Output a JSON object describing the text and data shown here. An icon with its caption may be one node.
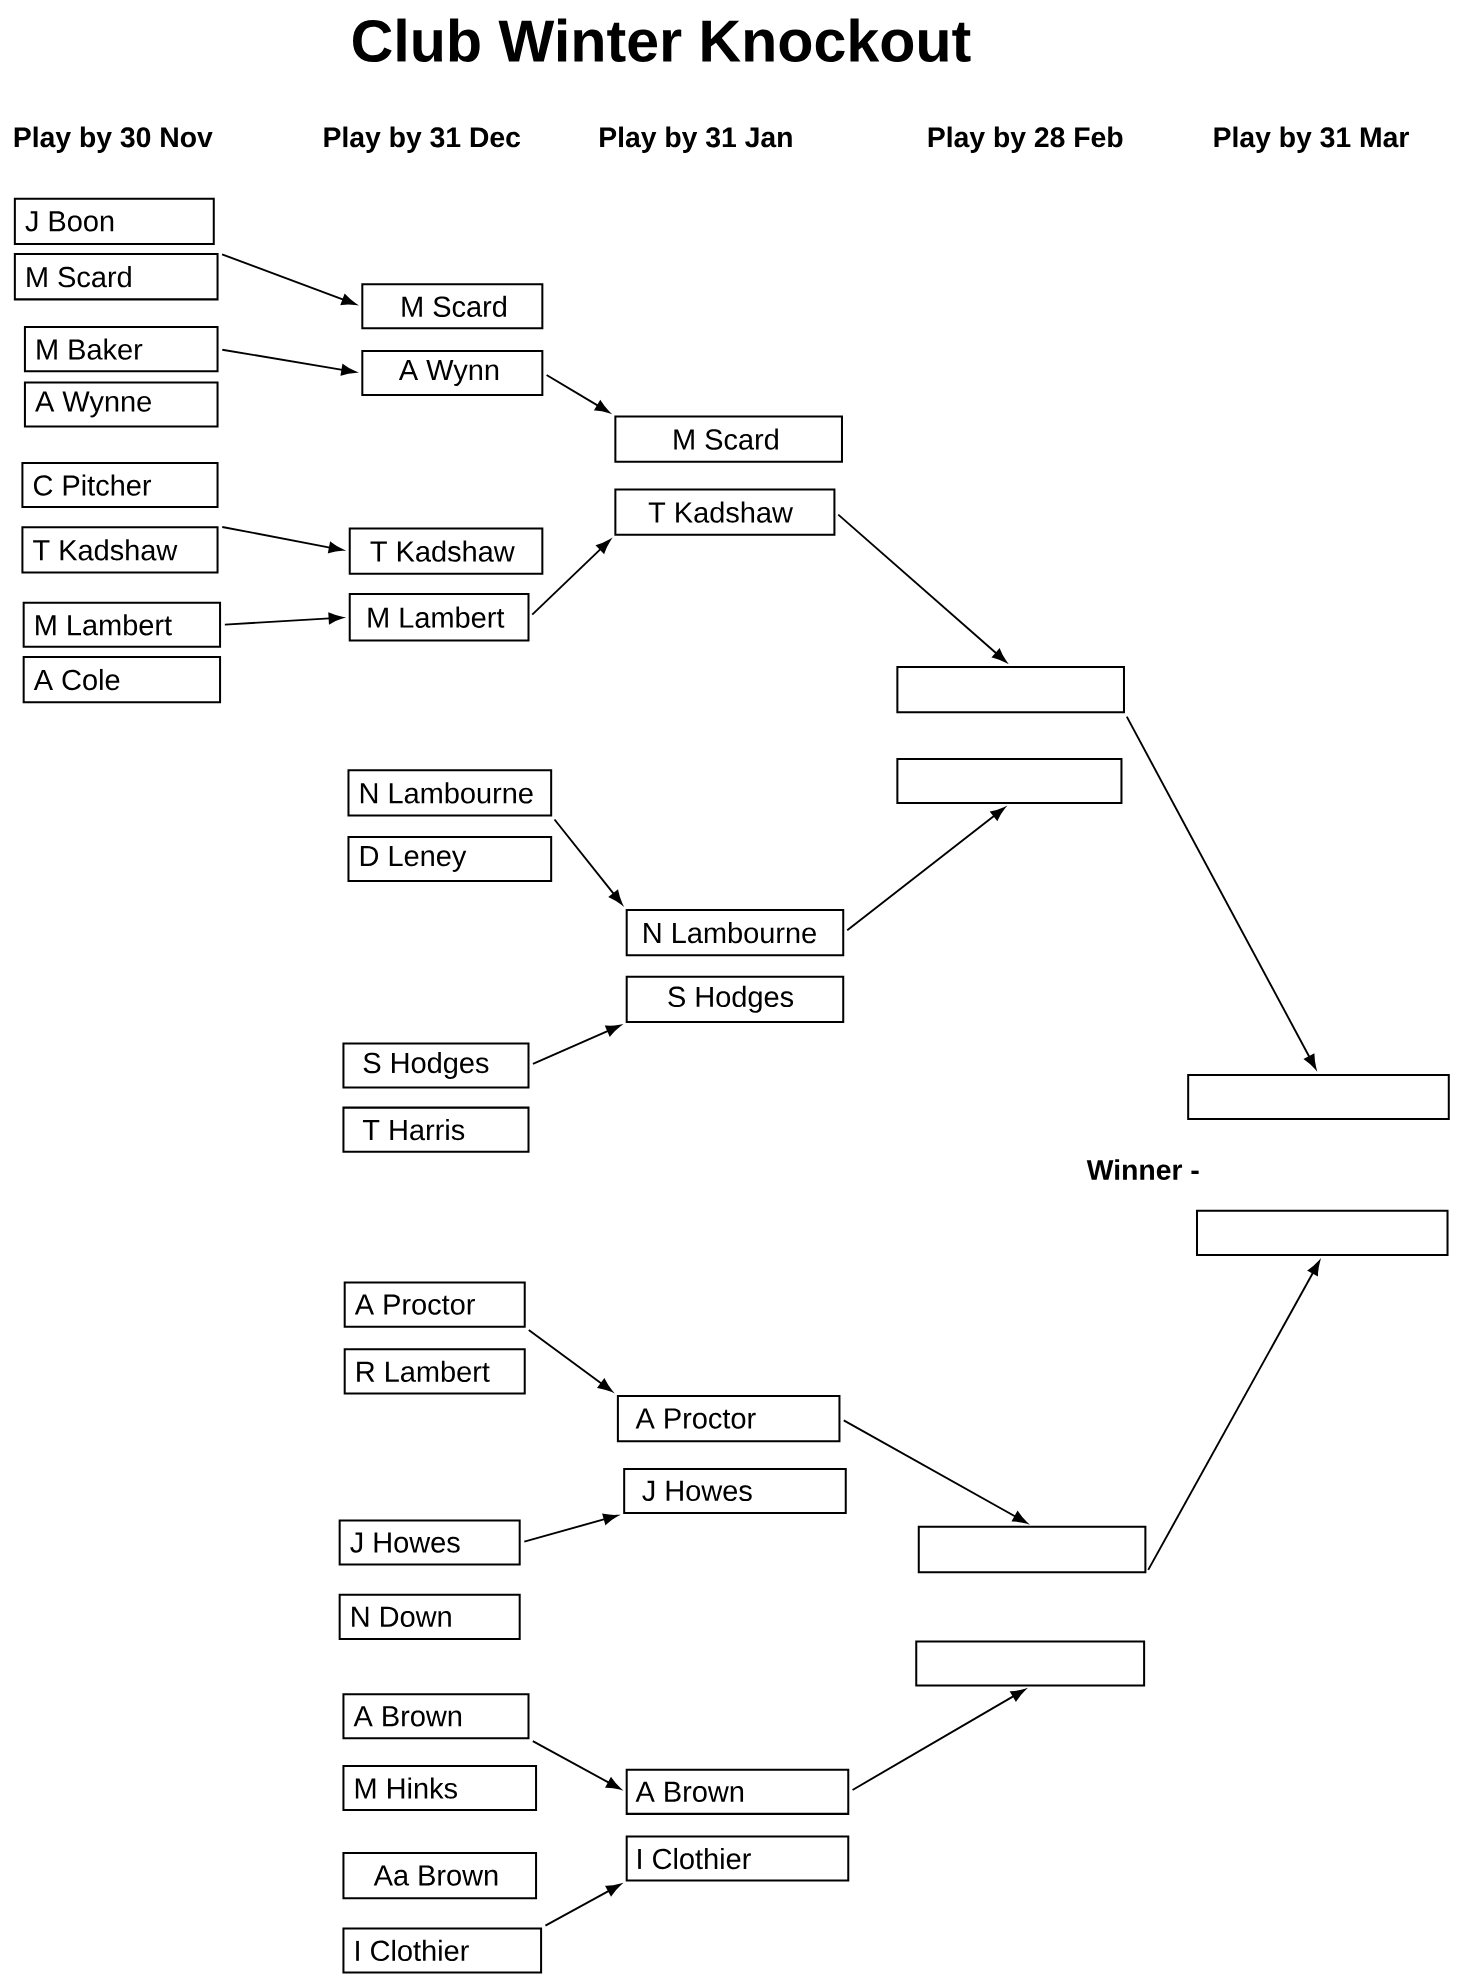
{
  "diagram": {
    "title": "Club Winter Knockout",
    "nodes": [
      {
        "text": [
          "J Boon"
        ]
      },
      {
        "text": [
          "M Scard"
        ]
      },
      {
        "text": [
          "M Baker"
        ]
      },
      {
        "text": [
          "A Wynne"
        ]
      },
      {
        "text": [
          "C Pitcher"
        ]
      },
      {
        "text": [
          "T Kadshaw"
        ]
      },
      {
        "text": [
          "M Lambert"
        ]
      },
      {
        "text": [
          "A Cole"
        ]
      },
      {
        "text": [
          "M Scard"
        ]
      },
      {
        "text": [
          "A Wynn"
        ]
      },
      {
        "text": [
          "T Kadshaw"
        ]
      },
      {
        "text": [
          "M Lambert"
        ]
      },
      {
        "text": [
          "N Lambourne"
        ]
      },
      {
        "text": [
          "D Leney"
        ]
      },
      {
        "text": [
          "S Hodges"
        ]
      },
      {
        "text": [
          "T Harris"
        ]
      },
      {
        "text": [
          "A Proctor"
        ]
      },
      {
        "text": [
          "R Lambert"
        ]
      },
      {
        "text": [
          "J Howes"
        ]
      },
      {
        "text": [
          "N Down"
        ]
      },
      {
        "text": [
          "A Brown"
        ]
      },
      {
        "text": [
          "M Hinks"
        ]
      },
      {
        "text": [
          "Aa Brown"
        ]
      },
      {
        "text": [
          "I Clothier"
        ]
      },
      {
        "text": [
          "M Scard"
        ]
      },
      {
        "text": [
          "T Kadshaw"
        ]
      },
      {
        "text": [
          "N Lambourne"
        ]
      },
      {
        "text": [
          "S Hodges"
        ]
      },
      {
        "text": [
          "A Proctor"
        ]
      },
      {
        "text": [
          "J Howes"
        ]
      },
      {
        "text": [
          "A Brown"
        ]
      },
      {
        "text": [
          "I Clothier"
        ]
      },
      {
        "text": [],
        "shape": "box"
      },
      {
        "text": [],
        "shape": "box"
      },
      {
        "text": [],
        "shape": "box"
      },
      {
        "text": [],
        "shape": "box"
      },
      {
        "text": [],
        "shape": "box"
      },
      {
        "text": [],
        "shape": "box"
      }
    ],
    "edges": [
      {
        "from": 1,
        "to": 8,
        "arrow": "to"
      },
      {
        "from": 2,
        "to": 9,
        "arrow": "to"
      },
      {
        "from": 9,
        "to": 24,
        "arrow": "to"
      },
      {
        "from": 5,
        "to": 10,
        "arrow": "to"
      },
      {
        "from": 11,
        "to": 25,
        "arrow": "to"
      },
      {
        "from": 6,
        "to": 11,
        "arrow": "to"
      },
      {
        "from": 25,
        "to": 32,
        "arrow": "to"
      },
      {
        "from": 12,
        "to": 26,
        "arrow": "to"
      },
      {
        "from": 26,
        "to": 33,
        "arrow": "to"
      },
      {
        "from": 14,
        "to": 27,
        "arrow": "to"
      },
      {
        "from": 32,
        "to": 36,
        "arrow": "to"
      },
      {
        "from": 16,
        "to": 28,
        "arrow": "to"
      },
      {
        "from": 28,
        "to": 34,
        "arrow": "to"
      },
      {
        "from": 18,
        "to": 29,
        "arrow": "to"
      },
      {
        "from": 20,
        "to": 30,
        "arrow": "to"
      },
      {
        "from": 23,
        "to": 31,
        "arrow": "to"
      },
      {
        "from": 30,
        "to": 35,
        "arrow": "to"
      },
      {
        "from": 34,
        "to": 37,
        "arrow": "to"
      }
    ],
    "labels": [
      "Play by 30 Nov",
      "Play by 31 Dec",
      "Play by 31 Jan",
      "Play by 28 Feb",
      "Play by 31 Mar",
      "Winner -"
    ]
  }
}
